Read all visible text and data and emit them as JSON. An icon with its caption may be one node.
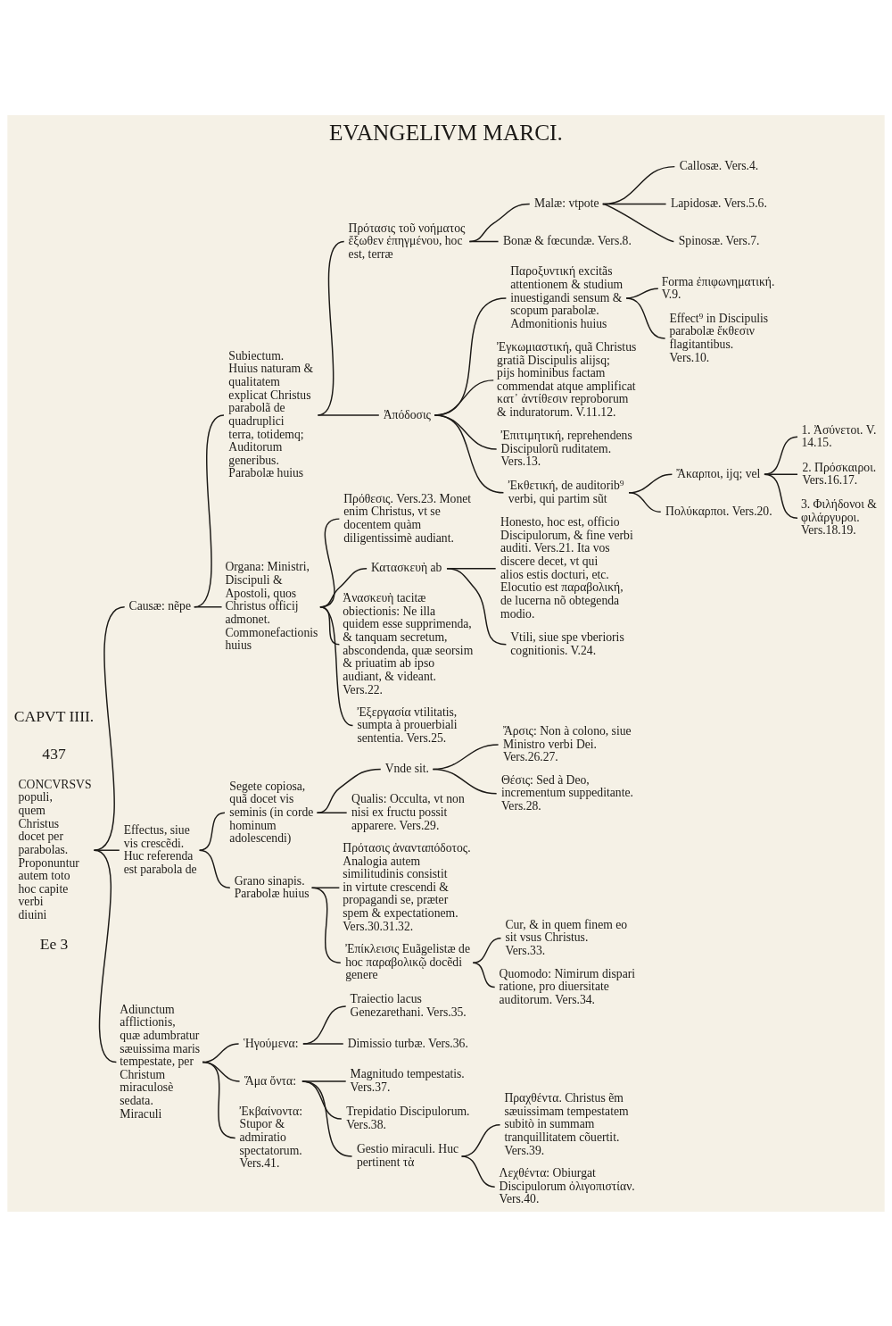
{
  "diagram": {
    "title": "EVANGELIVM MARCI.",
    "nodes": [
      {
        "text": [
          "CONCVRSVS populi, quem Christus docet per parabolas. Proponuntur autem toto hoc capite verbi diuini"
        ]
      },
      {
        "text": [
          "Causæ: nẽpe"
        ]
      },
      {
        "text": [
          "Subiectum.",
          "Huius naturam & qualitatem explicat Christus parabolã de quadruplici terra, totidemq; Auditorum generibus. Parabolæ huius"
        ]
      },
      {
        "text": [
          "Πρότασις τοῦ νοήματος ἔξωθεν ἐπηγμένου, hoc est, terræ"
        ]
      },
      {
        "text": [
          "Malæ: vtpote"
        ]
      },
      {
        "text": [
          "Callosæ. Vers.4."
        ]
      },
      {
        "text": [
          "Lapidosæ. Vers.5.6."
        ]
      },
      {
        "text": [
          "Spinosæ. Vers.7."
        ]
      },
      {
        "text": [
          "Bonæ & fœcundæ. Vers.8."
        ]
      },
      {
        "text": [
          "Ἀπόδοσις"
        ]
      },
      {
        "text": [
          "Παροξυντική excitãs attentionem & studium inuestigandi sensum & scopum parabolæ. Admonitionis huius"
        ]
      },
      {
        "text": [
          "Forma ἐπιφωνηματική. V.9."
        ]
      },
      {
        "text": [
          "Effect⁹ in Discipulis parabolæ ἔκθεσιν flagitantibus. Vers.10."
        ]
      },
      {
        "text": [
          "Ἐγκωμιαστική, quã Christus gratiã Discipulis alijsq; pijs hominibus factam commendat atque amplificat κατ᾽ ἀντίθεσιν reproborum & induratorum. V.11.12."
        ]
      },
      {
        "text": [
          "Ἐπιτιμητική, reprehendens Discipulorũ ruditatem. Vers.13."
        ]
      },
      {
        "text": [
          "Ἐκθετική, de auditorib⁹ verbi, qui partim sũt"
        ]
      },
      {
        "text": [
          "Ἄκαρποι, ijq; vel"
        ]
      },
      {
        "text": [
          "1. Ἀσύνετοι. V. 14.15."
        ]
      },
      {
        "text": [
          "2. Πρόσκαιροι. Vers.16.17."
        ]
      },
      {
        "text": [
          "3. Φιλήδονοι & φιλάργυροι. Vers.18.19."
        ]
      },
      {
        "text": [
          "Πολύκαρποι. Vers.20."
        ]
      },
      {
        "text": [
          "Organa: Ministri, Discipuli & Apostoli, quos Christus officij admonet. Commonefactionis huius"
        ]
      },
      {
        "text": [
          "Πρόθεσις. Vers.23. Monet enim Christus, vt se docentem quàm diligentissimè audiant."
        ]
      },
      {
        "text": [
          "Κατασκευὴ ab"
        ]
      },
      {
        "text": [
          "Honesto, hoc est, officio Discipulorum, & fine verbi auditi. Vers.21. Ita vos discere decet, vt qui alios estis docturi, etc. Elocutio est παραβολική, de lucerna nõ obtegenda modio."
        ]
      },
      {
        "text": [
          "Vtili, siue spe vberioris cognitionis. V.24."
        ]
      },
      {
        "text": [
          "Ἀνασκευὴ tacitæ obiectionis: Ne illa quidem esse supprimenda, & tanquam secretum, abscondenda, quæ seorsim & priuatim ab ipso audiant, & videant. Vers.22."
        ]
      },
      {
        "text": [
          "Ἐξεργασία vtilitatis, sumpta à prouerbiali sententia. Vers.25."
        ]
      },
      {
        "text": [
          "Effectus, siue vis crescẽdi. Huc referenda est parabola de"
        ]
      },
      {
        "text": [
          "Segete copiosa, quã docet vis seminis (in corde hominum adolescendi)"
        ]
      },
      {
        "text": [
          "Vnde sit."
        ]
      },
      {
        "text": [
          "Ἄρσις: Non à colono, siue Ministro verbi Dei. Vers.26.27."
        ]
      },
      {
        "text": [
          "Θέσις: Sed à Deo, incrementum suppeditante. Vers.28."
        ]
      },
      {
        "text": [
          "Qualis: Occulta, vt non nisi ex fructu possit apparere. Vers.29."
        ]
      },
      {
        "text": [
          "Grano sinapis. Parabolæ huius"
        ]
      },
      {
        "text": [
          "Πρότασις ἀνανταπόδοτος. Analogia autem similitudinis consistit in virtute crescendi & propagandi se, præter spem & expectationem. Vers.30.31.32."
        ]
      },
      {
        "text": [
          "Ἐπίκλεισις Euãgelistæ de hoc παραβολικῷ docẽdi genere"
        ]
      },
      {
        "text": [
          "Cur, & in quem finem eo sit vsus Christus. Vers.33."
        ]
      },
      {
        "text": [
          "Quomodo: Nimirum dispari ratione, pro diuersitate auditorum. Vers.34."
        ]
      },
      {
        "text": [
          "Adiunctum afflictionis, quæ adumbratur sæuissima maris tempestate, per Christum miraculosè sedata. Miraculi"
        ]
      },
      {
        "text": [
          "Ἡγούμενα:"
        ]
      },
      {
        "text": [
          "Traiectio lacus Genezarethani. Vers.35."
        ]
      },
      {
        "text": [
          "Dimissio turbæ. Vers.36."
        ]
      },
      {
        "text": [
          "Ἅμα ὄντα:"
        ]
      },
      {
        "text": [
          "Magnitudo tempestatis. Vers.37."
        ]
      },
      {
        "text": [
          "Trepidatio Discipulorum. Vers.38."
        ]
      },
      {
        "text": [
          "Gestio miraculi. Huc pertinent τὰ"
        ]
      },
      {
        "text": [
          "Πραχθέντα. Christus ẽm sæuissimam tempestatem subitò in summam tranquillitatem cõuertit. Vers.39."
        ]
      },
      {
        "text": [
          "Λεχθέντα: Obiurgat Discipulorum ὀλιγοπιστίαν. Vers.40."
        ]
      },
      {
        "text": [
          "Ἐκβαίνοντα: Stupor & admiratio spectatorum. Vers.41."
        ]
      }
    ],
    "edges": [
      {
        "from": 0,
        "to": 1,
        "arrow": "none"
      },
      {
        "from": 1,
        "to": 2,
        "arrow": "none"
      },
      {
        "from": 2,
        "to": 3,
        "arrow": "none"
      },
      {
        "from": 3,
        "to": 4,
        "arrow": "none"
      },
      {
        "from": 4,
        "to": 5,
        "arrow": "none"
      },
      {
        "from": 4,
        "to": 6,
        "arrow": "none"
      },
      {
        "from": 4,
        "to": 7,
        "arrow": "none"
      },
      {
        "from": 3,
        "to": 8,
        "arrow": "none"
      },
      {
        "from": 2,
        "to": 9,
        "arrow": "none"
      },
      {
        "from": 9,
        "to": 10,
        "arrow": "none"
      },
      {
        "from": 10,
        "to": 11,
        "arrow": "none"
      },
      {
        "from": 10,
        "to": 12,
        "arrow": "none"
      },
      {
        "from": 9,
        "to": 13,
        "arrow": "none"
      },
      {
        "from": 9,
        "to": 14,
        "arrow": "none"
      },
      {
        "from": 9,
        "to": 15,
        "arrow": "none"
      },
      {
        "from": 15,
        "to": 16,
        "arrow": "none"
      },
      {
        "from": 16,
        "to": 17,
        "arrow": "none"
      },
      {
        "from": 16,
        "to": 18,
        "arrow": "none"
      },
      {
        "from": 16,
        "to": 19,
        "arrow": "none"
      },
      {
        "from": 15,
        "to": 20,
        "arrow": "none"
      },
      {
        "from": 1,
        "to": 21,
        "arrow": "none"
      },
      {
        "from": 21,
        "to": 22,
        "arrow": "none"
      },
      {
        "from": 21,
        "to": 23,
        "arrow": "none"
      },
      {
        "from": 23,
        "to": 24,
        "arrow": "none"
      },
      {
        "from": 23,
        "to": 25,
        "arrow": "none"
      },
      {
        "from": 21,
        "to": 26,
        "arrow": "none"
      },
      {
        "from": 21,
        "to": 27,
        "arrow": "none"
      },
      {
        "from": 0,
        "to": 28,
        "arrow": "none"
      },
      {
        "from": 28,
        "to": 29,
        "arrow": "none"
      },
      {
        "from": 29,
        "to": 30,
        "arrow": "none"
      },
      {
        "from": 30,
        "to": 31,
        "arrow": "none"
      },
      {
        "from": 30,
        "to": 32,
        "arrow": "none"
      },
      {
        "from": 29,
        "to": 33,
        "arrow": "none"
      },
      {
        "from": 28,
        "to": 34,
        "arrow": "none"
      },
      {
        "from": 34,
        "to": 35,
        "arrow": "none"
      },
      {
        "from": 34,
        "to": 36,
        "arrow": "none"
      },
      {
        "from": 36,
        "to": 37,
        "arrow": "none"
      },
      {
        "from": 36,
        "to": 38,
        "arrow": "none"
      },
      {
        "from": 0,
        "to": 39,
        "arrow": "none"
      },
      {
        "from": 39,
        "to": 40,
        "arrow": "none"
      },
      {
        "from": 40,
        "to": 41,
        "arrow": "none"
      },
      {
        "from": 40,
        "to": 42,
        "arrow": "none"
      },
      {
        "from": 39,
        "to": 43,
        "arrow": "none"
      },
      {
        "from": 43,
        "to": 44,
        "arrow": "none"
      },
      {
        "from": 43,
        "to": 45,
        "arrow": "none"
      },
      {
        "from": 43,
        "to": 46,
        "arrow": "none"
      },
      {
        "from": 46,
        "to": 47,
        "arrow": "none"
      },
      {
        "from": 46,
        "to": 48,
        "arrow": "none"
      },
      {
        "from": 39,
        "to": 49,
        "arrow": "none"
      }
    ],
    "labels": [
      "437",
      "CAPVT IIII.",
      "Ee 3"
    ]
  }
}
